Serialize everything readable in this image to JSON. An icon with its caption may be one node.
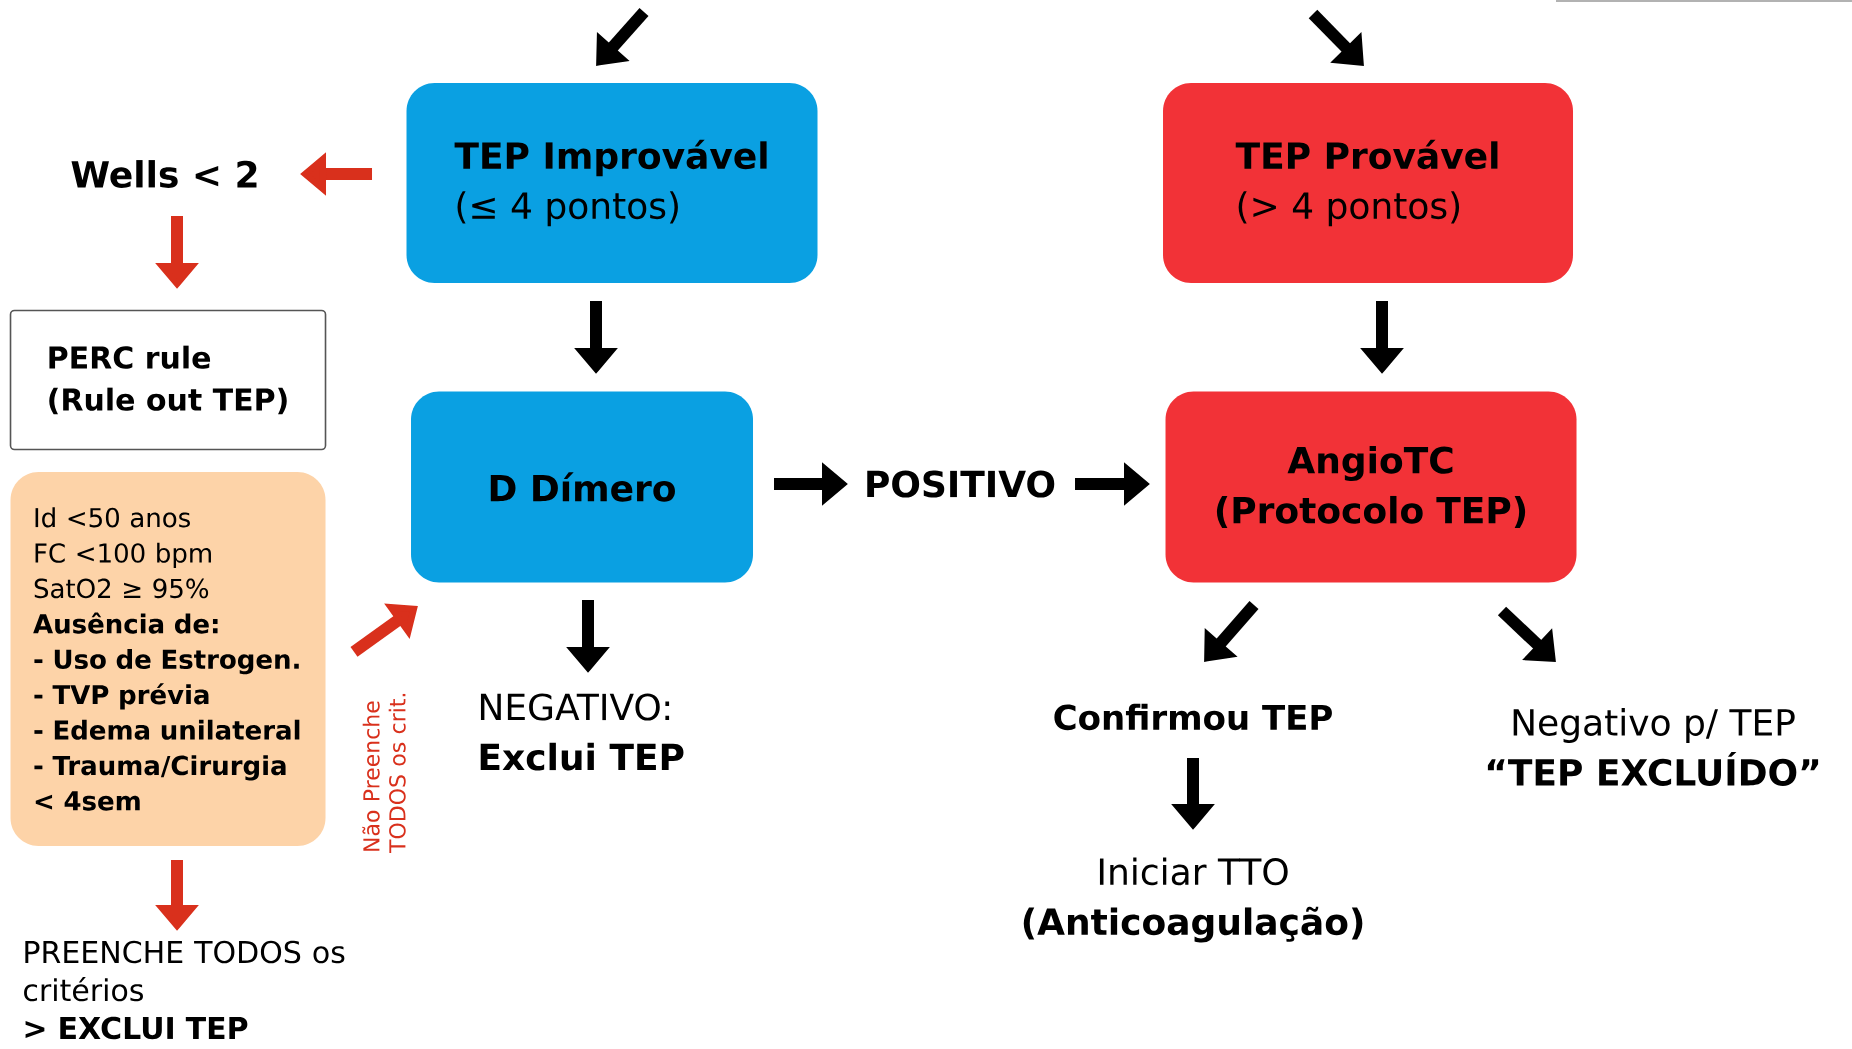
{
  "diagram": {
    "nodes": [
      {
        "text": [
          "TEP Improvável",
          "(≤ 4 pontos)"
        ]
      },
      {
        "text": [
          "TEP Provável",
          "(> 4 pontos)"
        ]
      },
      {
        "text": [
          "Wells < 2"
        ]
      },
      {
        "text": [
          "PERC rule",
          "(Rule out TEP)"
        ]
      },
      {
        "text": [
          "Id <50 anos",
          "FC <100 bpm",
          "SatO2 ≥ 95%",
          "Ausência de:",
          "- Uso de Estrogen.",
          "- TVP prévia",
          "- Edema unilateral",
          "- Trauma/Cirurgia < 4sem"
        ]
      },
      {
        "text": [
          "D Dímero"
        ]
      },
      {
        "text": [
          "POSITIVO"
        ]
      },
      {
        "text": [
          "AngioTC (Protocolo TEP)"
        ]
      },
      {
        "text": [
          "NEGATIVO:",
          "Exclui TEP"
        ]
      },
      {
        "text": [
          "PREENCHE TODOS os critérios",
          "> EXCLUI TEP"
        ]
      },
      {
        "text": [
          "Confirmou TEP"
        ]
      },
      {
        "text": [
          "Negativo p/ TEP",
          "“TEP EXCLUÍDO”"
        ]
      },
      {
        "text": [
          "Iniciar TTO",
          "(Anticoagulação)"
        ]
      }
    ],
    "edges": [
      {
        "from": null,
        "to": 0,
        "arrow": "to"
      },
      {
        "from": null,
        "to": 1,
        "arrow": "to"
      },
      {
        "from": 0,
        "to": 2,
        "arrow": "to",
        "color": "#d9301c"
      },
      {
        "from": 2,
        "to": 3,
        "arrow": "to",
        "color": "#d9301c"
      },
      {
        "from": 0,
        "to": 5,
        "arrow": "to"
      },
      {
        "from": 1,
        "to": 7,
        "arrow": "to"
      },
      {
        "from": 4,
        "to": 5,
        "arrow": "to",
        "color": "#d9301c",
        "label": "Não Preenche TODOS os crit."
      },
      {
        "from": 4,
        "to": 9,
        "arrow": "to",
        "color": "#d9301c"
      },
      {
        "from": 5,
        "to": 8,
        "arrow": "to"
      },
      {
        "from": 5,
        "to": 6,
        "arrow": "to"
      },
      {
        "from": 6,
        "to": 7,
        "arrow": "to"
      },
      {
        "from": 7,
        "to": 10,
        "arrow": "to"
      },
      {
        "from": 7,
        "to": 11,
        "arrow": "to"
      },
      {
        "from": 10,
        "to": 12,
        "arrow": "to"
      }
    ]
  }
}
